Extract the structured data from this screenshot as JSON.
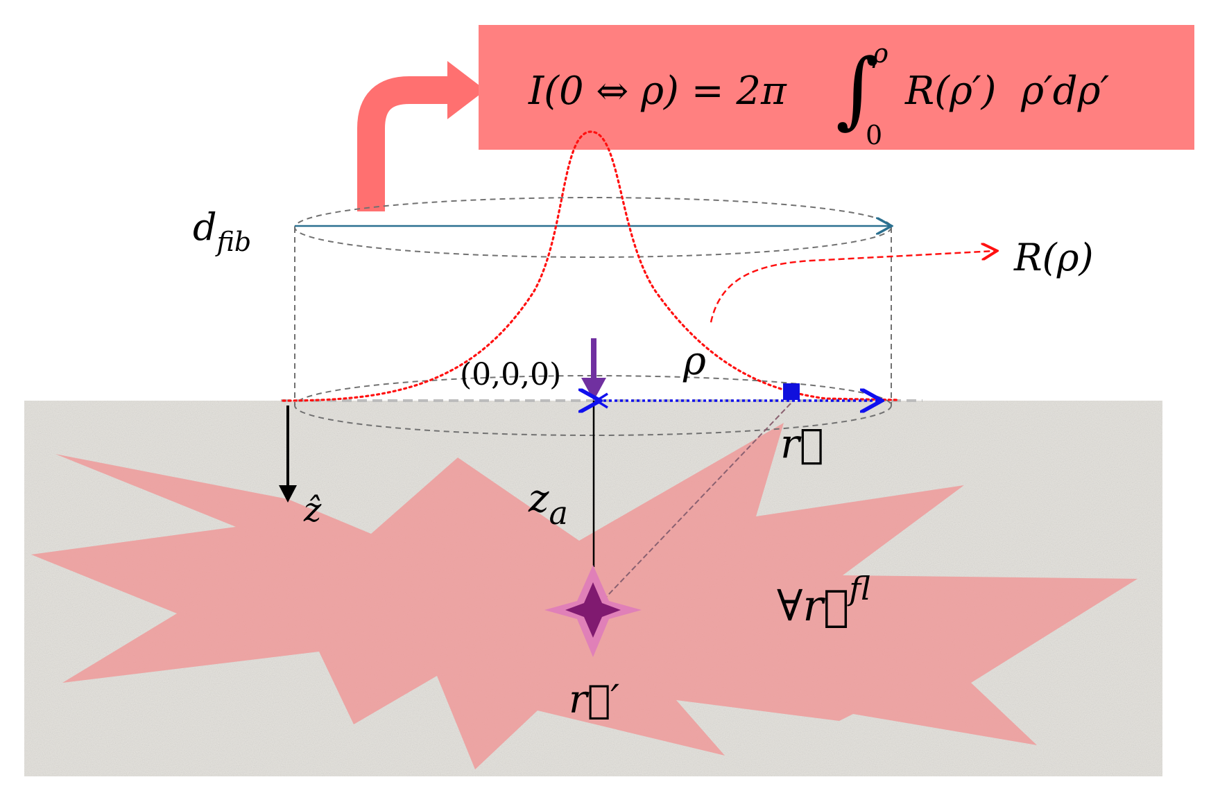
{
  "formula": {
    "lhs": "I(0 ⇔ ρ) = 2π",
    "integral_sign": "∫",
    "upper_limit": "ρ",
    "lower_limit": "0",
    "integrand": "R(ρ′)  ρ′dρ′"
  },
  "labels": {
    "d_fib_main": "d",
    "d_fib_sub": "fib",
    "R_rho": "R(ρ)",
    "origin": "(0,0,0)",
    "rho": "ρ",
    "z_hat": "ẑ",
    "z_a_main": "z",
    "z_a_sub": "a",
    "r_vec": "r⃗",
    "r_prime": "r⃗′",
    "forall_r": "∀r⃗",
    "forall_sup": "fl"
  },
  "colors": {
    "formula_box": "#ff8080",
    "bend_arrow": "#ff7070",
    "tissue": "#e6e4df",
    "fluorescence": "#ee9a9a",
    "dotted_curve": "#ff1010",
    "diameter_arrow": "#2a7090",
    "rho_arrow": "#1010ee",
    "detector": "#1010dd",
    "source_arrow": "#7030a0",
    "star_outer": "#e080b8",
    "star_inner": "#801a70"
  }
}
